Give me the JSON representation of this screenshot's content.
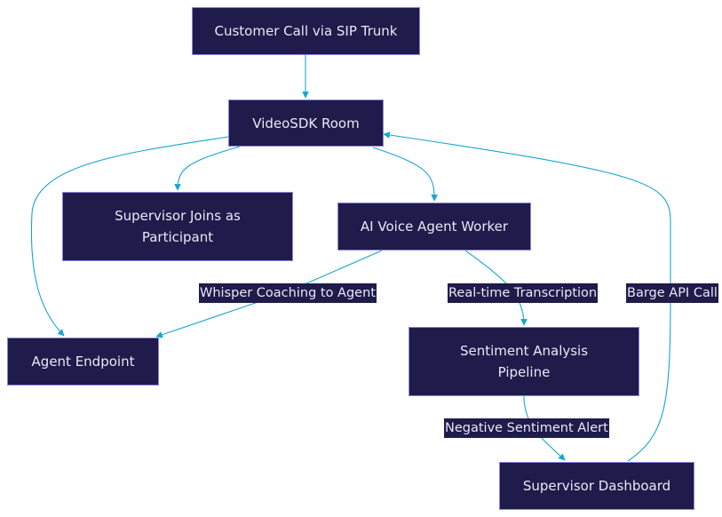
{
  "colors": {
    "node_fill": "#1f1b4a",
    "node_border": "#8b83e0",
    "node_text": "#e9e8f5",
    "edge": "#16a6d0"
  },
  "nodes": {
    "customer_call": "Customer Call via SIP Trunk",
    "videosdk_room": "VideoSDK Room",
    "supervisor_joins": "Supervisor Joins as\nParticipant",
    "ai_voice_agent": "AI Voice Agent Worker",
    "agent_endpoint": "Agent Endpoint",
    "sentiment_pipeline": "Sentiment Analysis\nPipeline",
    "supervisor_dashboard": "Supervisor Dashboard"
  },
  "edge_labels": {
    "whisper": "Whisper Coaching to Agent",
    "transcription": "Real-time Transcription",
    "barge": "Barge API Call",
    "negative_alert": "Negative Sentiment Alert"
  }
}
